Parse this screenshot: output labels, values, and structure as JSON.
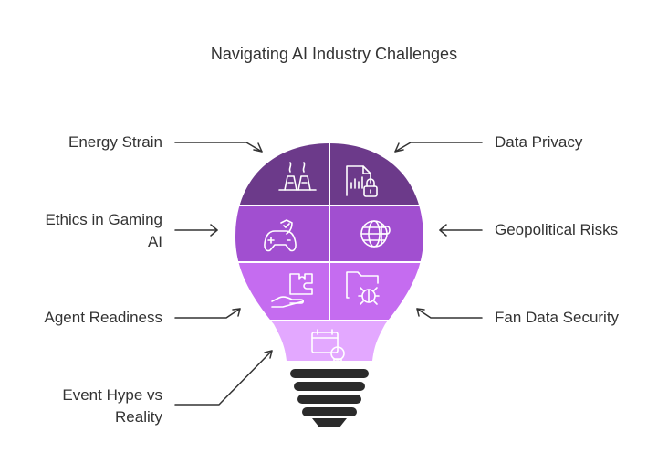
{
  "title": "Navigating AI Industry Challenges",
  "colors": {
    "dark_purple": "#6c3a8a",
    "mid_purple": "#a14fd0",
    "light_purple": "#c56cf0",
    "base_purple": "#e3a8ff",
    "screw": "#2b2b2b",
    "text": "#333333"
  },
  "segments": [
    {
      "label": "Energy Strain",
      "icon": "power-plant-icon"
    },
    {
      "label": "Data Privacy",
      "icon": "file-lock-icon"
    },
    {
      "label": "Ethics in Gaming AI",
      "icon": "gamepad-shield-icon"
    },
    {
      "label": "Geopolitical Risks",
      "icon": "globe-currency-icon"
    },
    {
      "label": "Agent Readiness",
      "icon": "puzzle-hand-icon"
    },
    {
      "label": "Fan Data Security",
      "icon": "folder-bug-icon"
    },
    {
      "label": "Event Hype vs Reality",
      "icon": "calendar-skull-icon"
    }
  ],
  "labels": {
    "energy_strain": "Energy Strain",
    "data_privacy": "Data Privacy",
    "ethics_line1": "Ethics in Gaming",
    "ethics_line2": "AI",
    "geopolitical": "Geopolitical Risks",
    "agent_readiness": "Agent Readiness",
    "fan_data_security": "Fan Data Security",
    "event_hype_line1": "Event Hype vs",
    "event_hype_line2": "Reality"
  }
}
